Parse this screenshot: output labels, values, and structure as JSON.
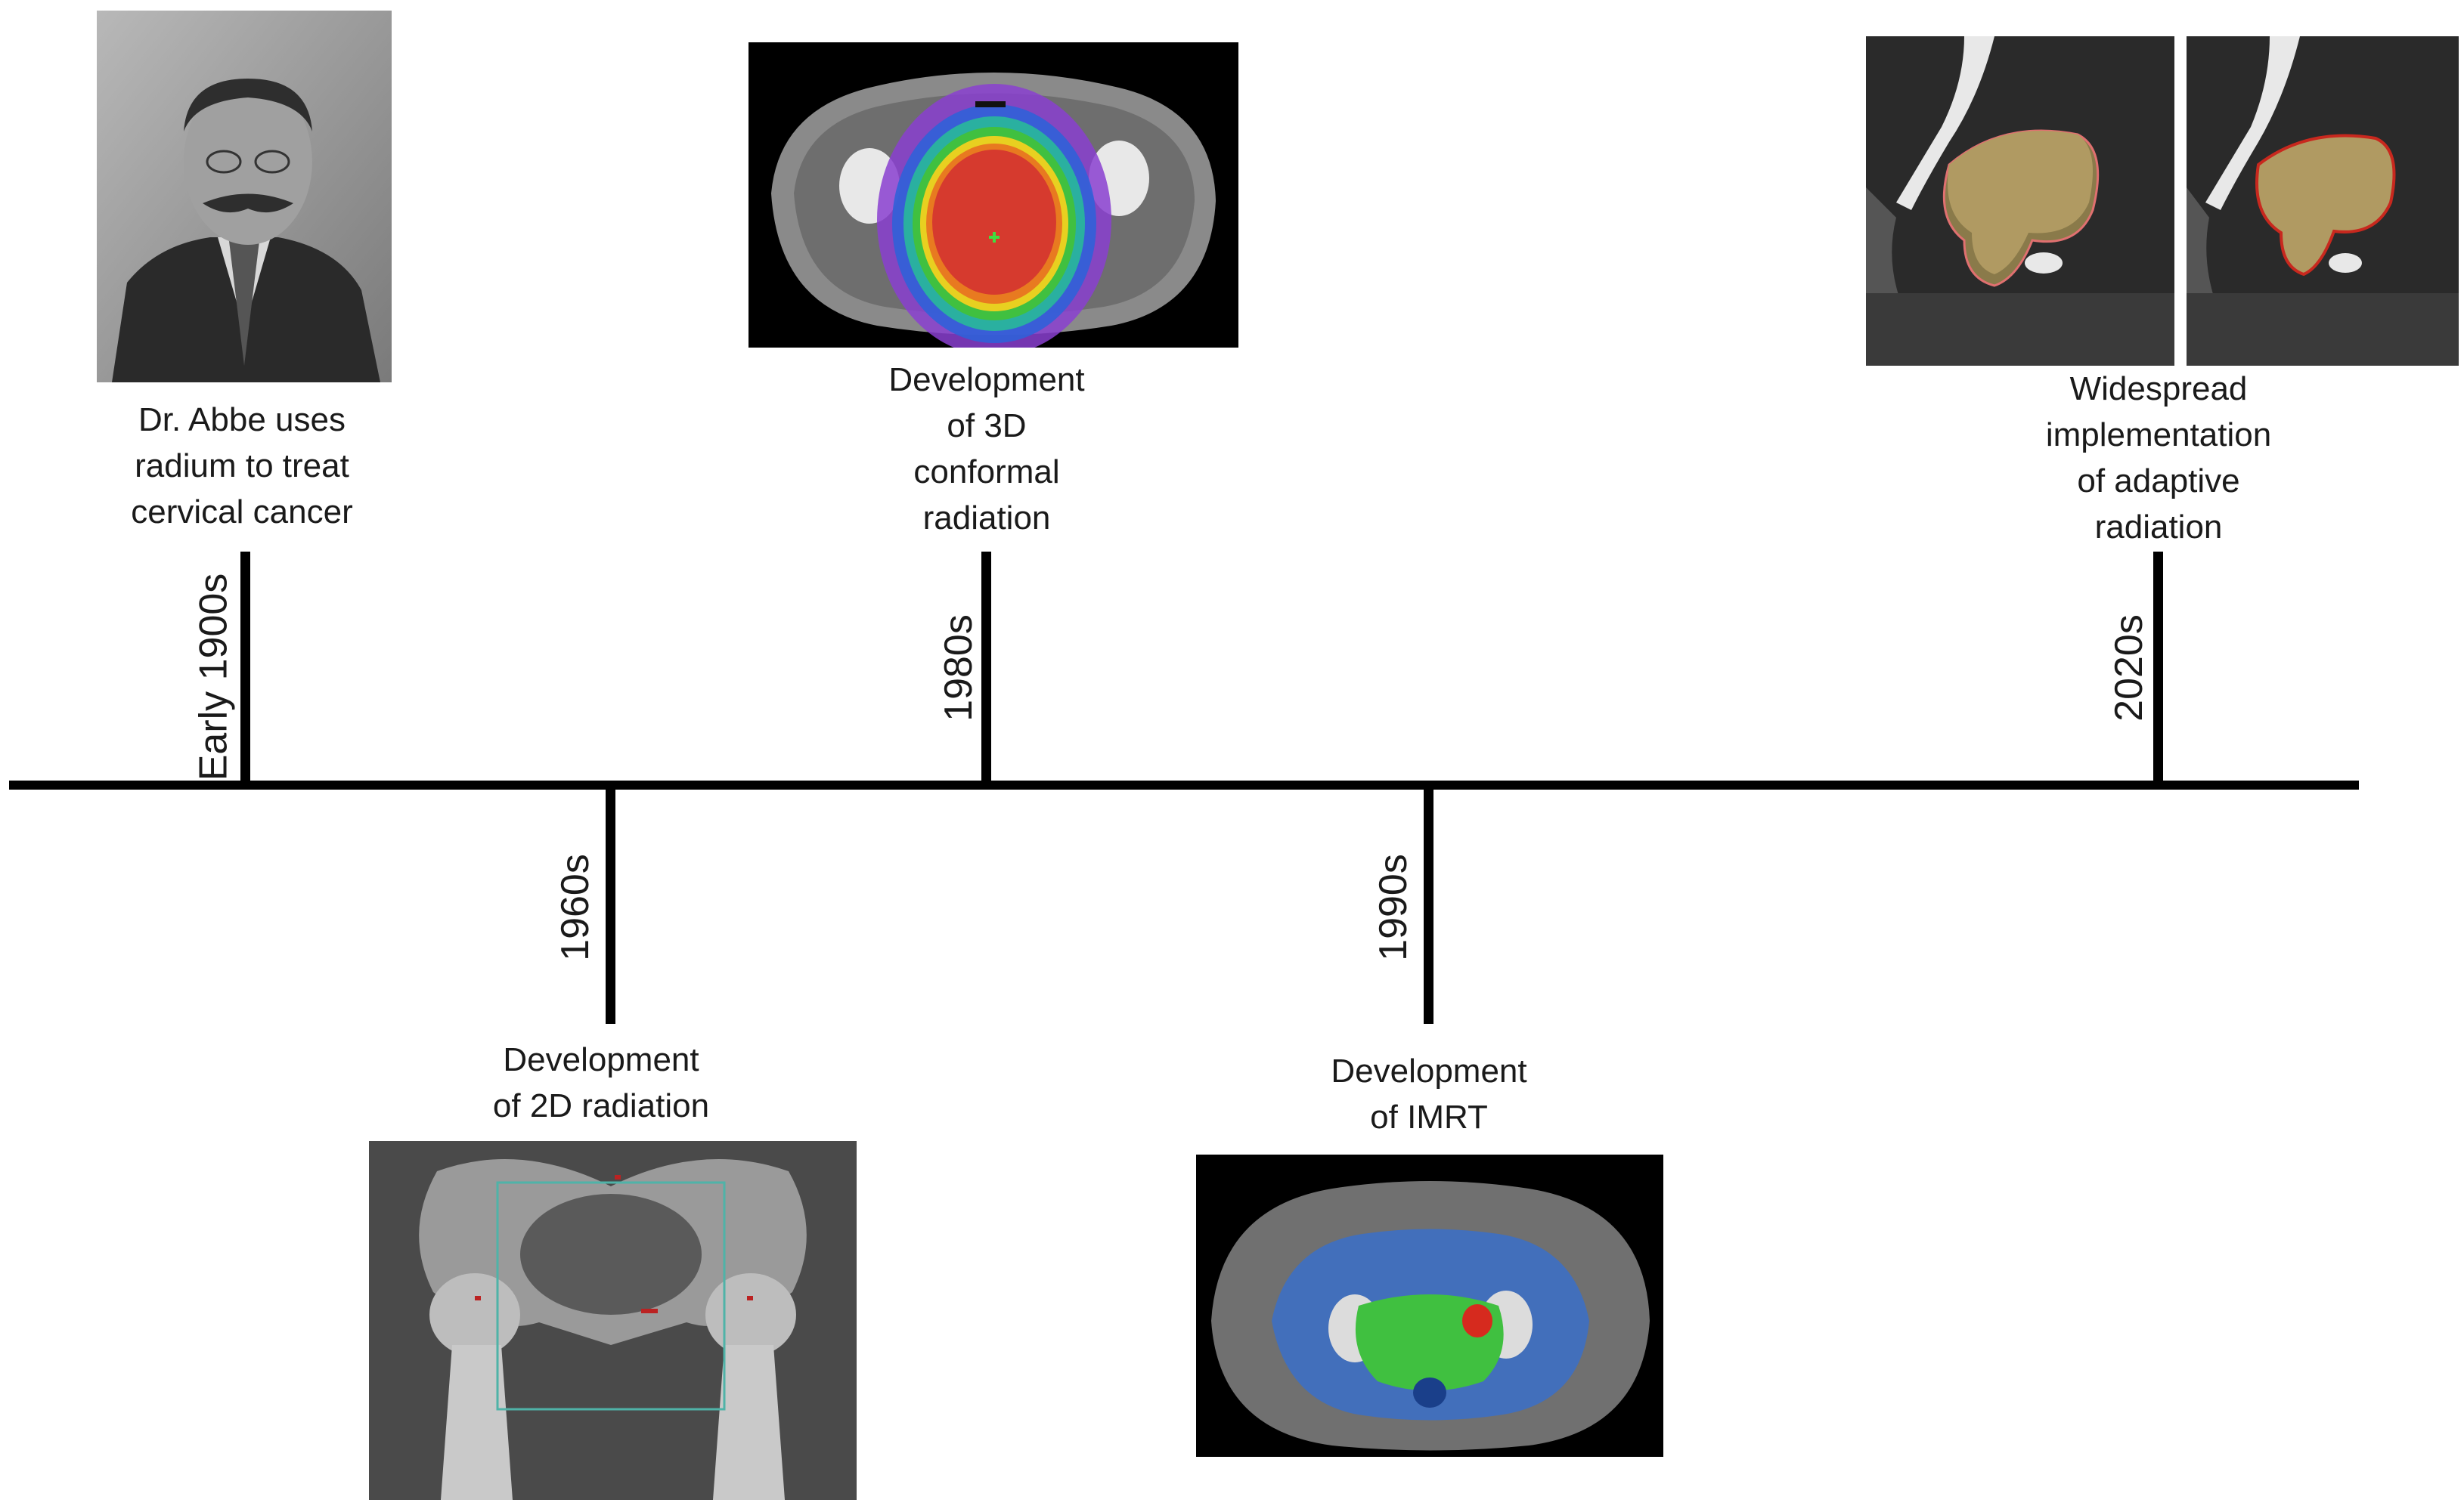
{
  "timeline": {
    "events": [
      {
        "id": "early-1900s",
        "era": "Early 1900s",
        "lines": [
          "Dr. Abbe uses",
          "radium to treat",
          "cervical cancer"
        ]
      },
      {
        "id": "1960s",
        "era": "1960s",
        "lines": [
          "Development",
          "of 2D radiation"
        ]
      },
      {
        "id": "1980s",
        "era": "1980s",
        "lines": [
          "Development",
          "of 3D",
          "conformal",
          "radiation"
        ]
      },
      {
        "id": "1990s",
        "era": "1990s",
        "lines": [
          "Development",
          "of IMRT"
        ]
      },
      {
        "id": "2020s",
        "era": "2020s",
        "lines": [
          "Widespread",
          "implementation",
          "of adaptive",
          "radiation"
        ]
      }
    ]
  },
  "colors": {
    "axis": "#000000",
    "text": "#1a1a1a",
    "dose_red": "#d63a2e",
    "dose_green": "#3fbf3f",
    "dose_blue": "#2f6fd6",
    "contour_tan": "#a89060"
  }
}
